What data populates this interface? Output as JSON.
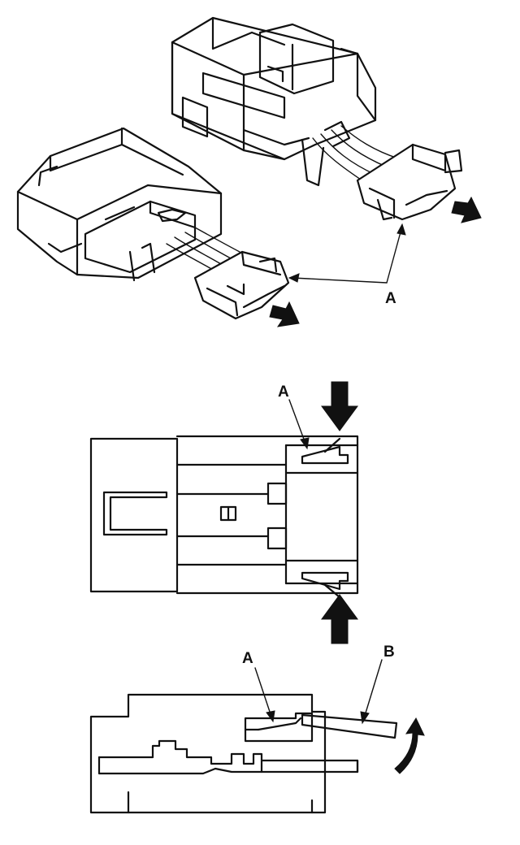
{
  "labels": {
    "clip_a_top": "A",
    "clip_a_middle": "A",
    "clip_a_bottom": "A",
    "tool_b": "B"
  },
  "colors": {
    "ink": "#111111",
    "paper": "#ffffff"
  },
  "icons": {
    "push_arrow": "arrow-icon",
    "lift_arrow": "curved-arrow-icon"
  }
}
